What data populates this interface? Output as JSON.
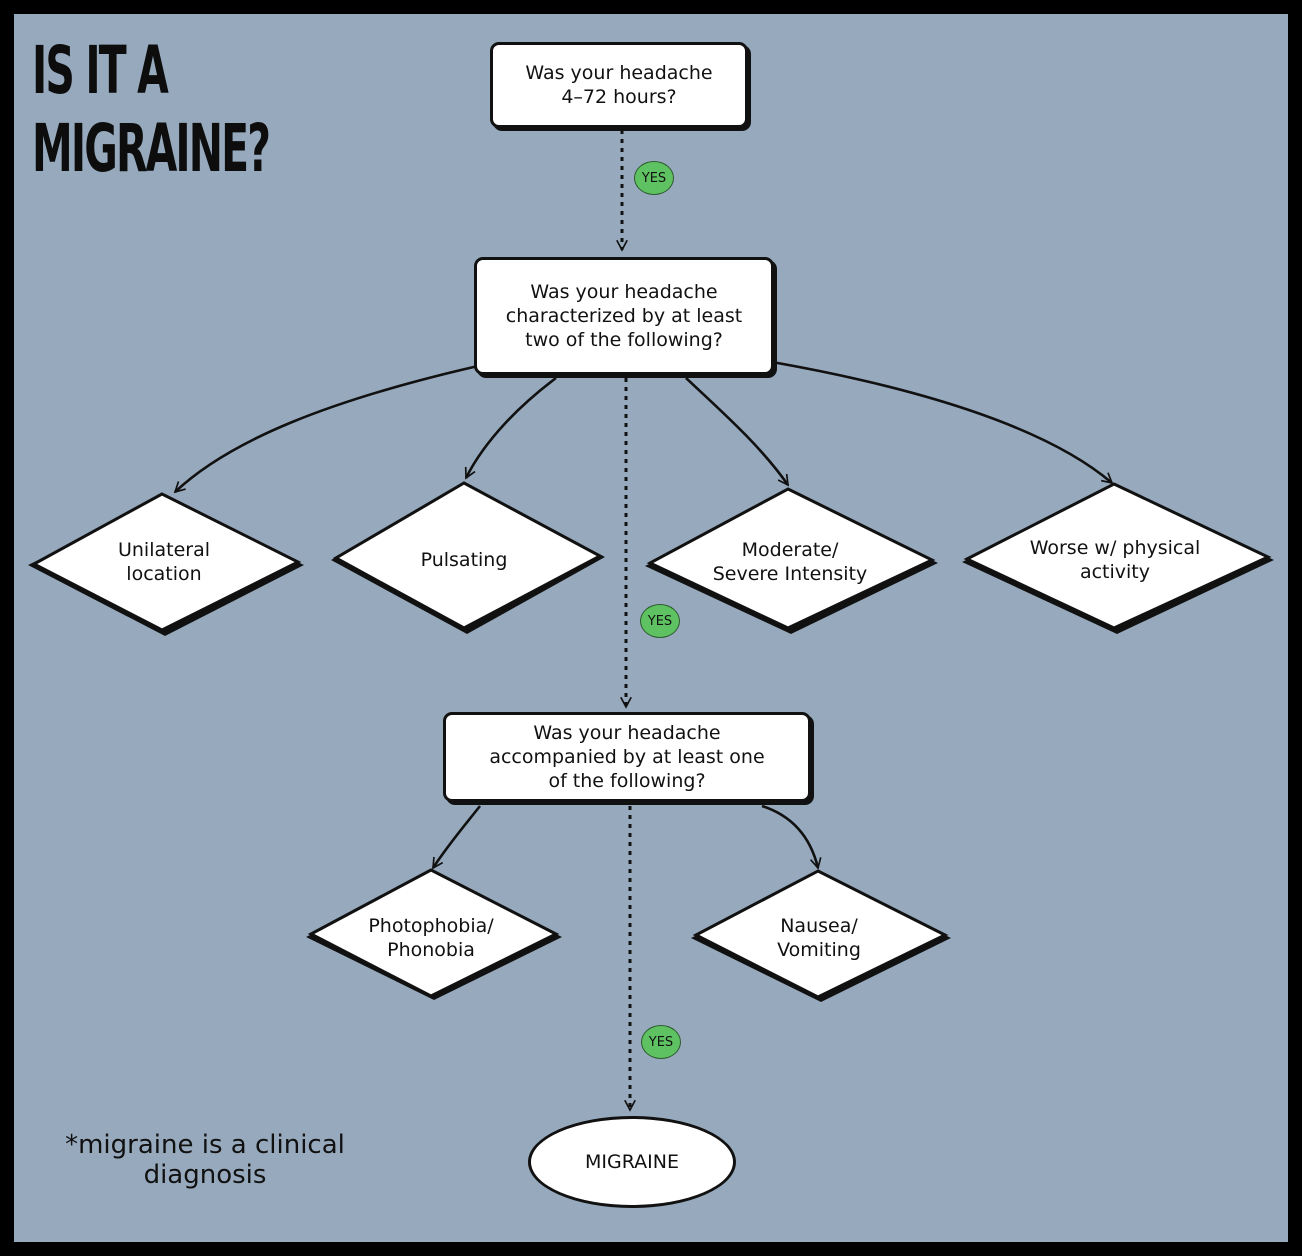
{
  "title": {
    "line1": "IS IT A",
    "line2": "MIGRAINE?"
  },
  "nodes": {
    "q1": "Was your headache\n4–72 hours?",
    "q2": "Was your headache\ncharacterized by at least\ntwo of the following?",
    "unilateral": "Unilateral\nlocation",
    "pulsating": "Pulsating",
    "moderate": "Moderate/\nSevere Intensity",
    "worse": "Worse w/ physical\nactivity",
    "q3": "Was your headache\naccompanied by at least one\nof the following?",
    "photophobia": "Photophobia/\nPhonobia",
    "nausea": "Nausea/\nVomiting",
    "result": "MIGRAINE"
  },
  "badges": {
    "yes1": "YES",
    "yes2": "YES",
    "yes3": "YES"
  },
  "footnote": "*migraine is a clinical\ndiagnosis",
  "colors": {
    "background": "#97aabd",
    "frame": "#000000",
    "node_fill": "#ffffff",
    "yes_badge": "#5fc262"
  }
}
